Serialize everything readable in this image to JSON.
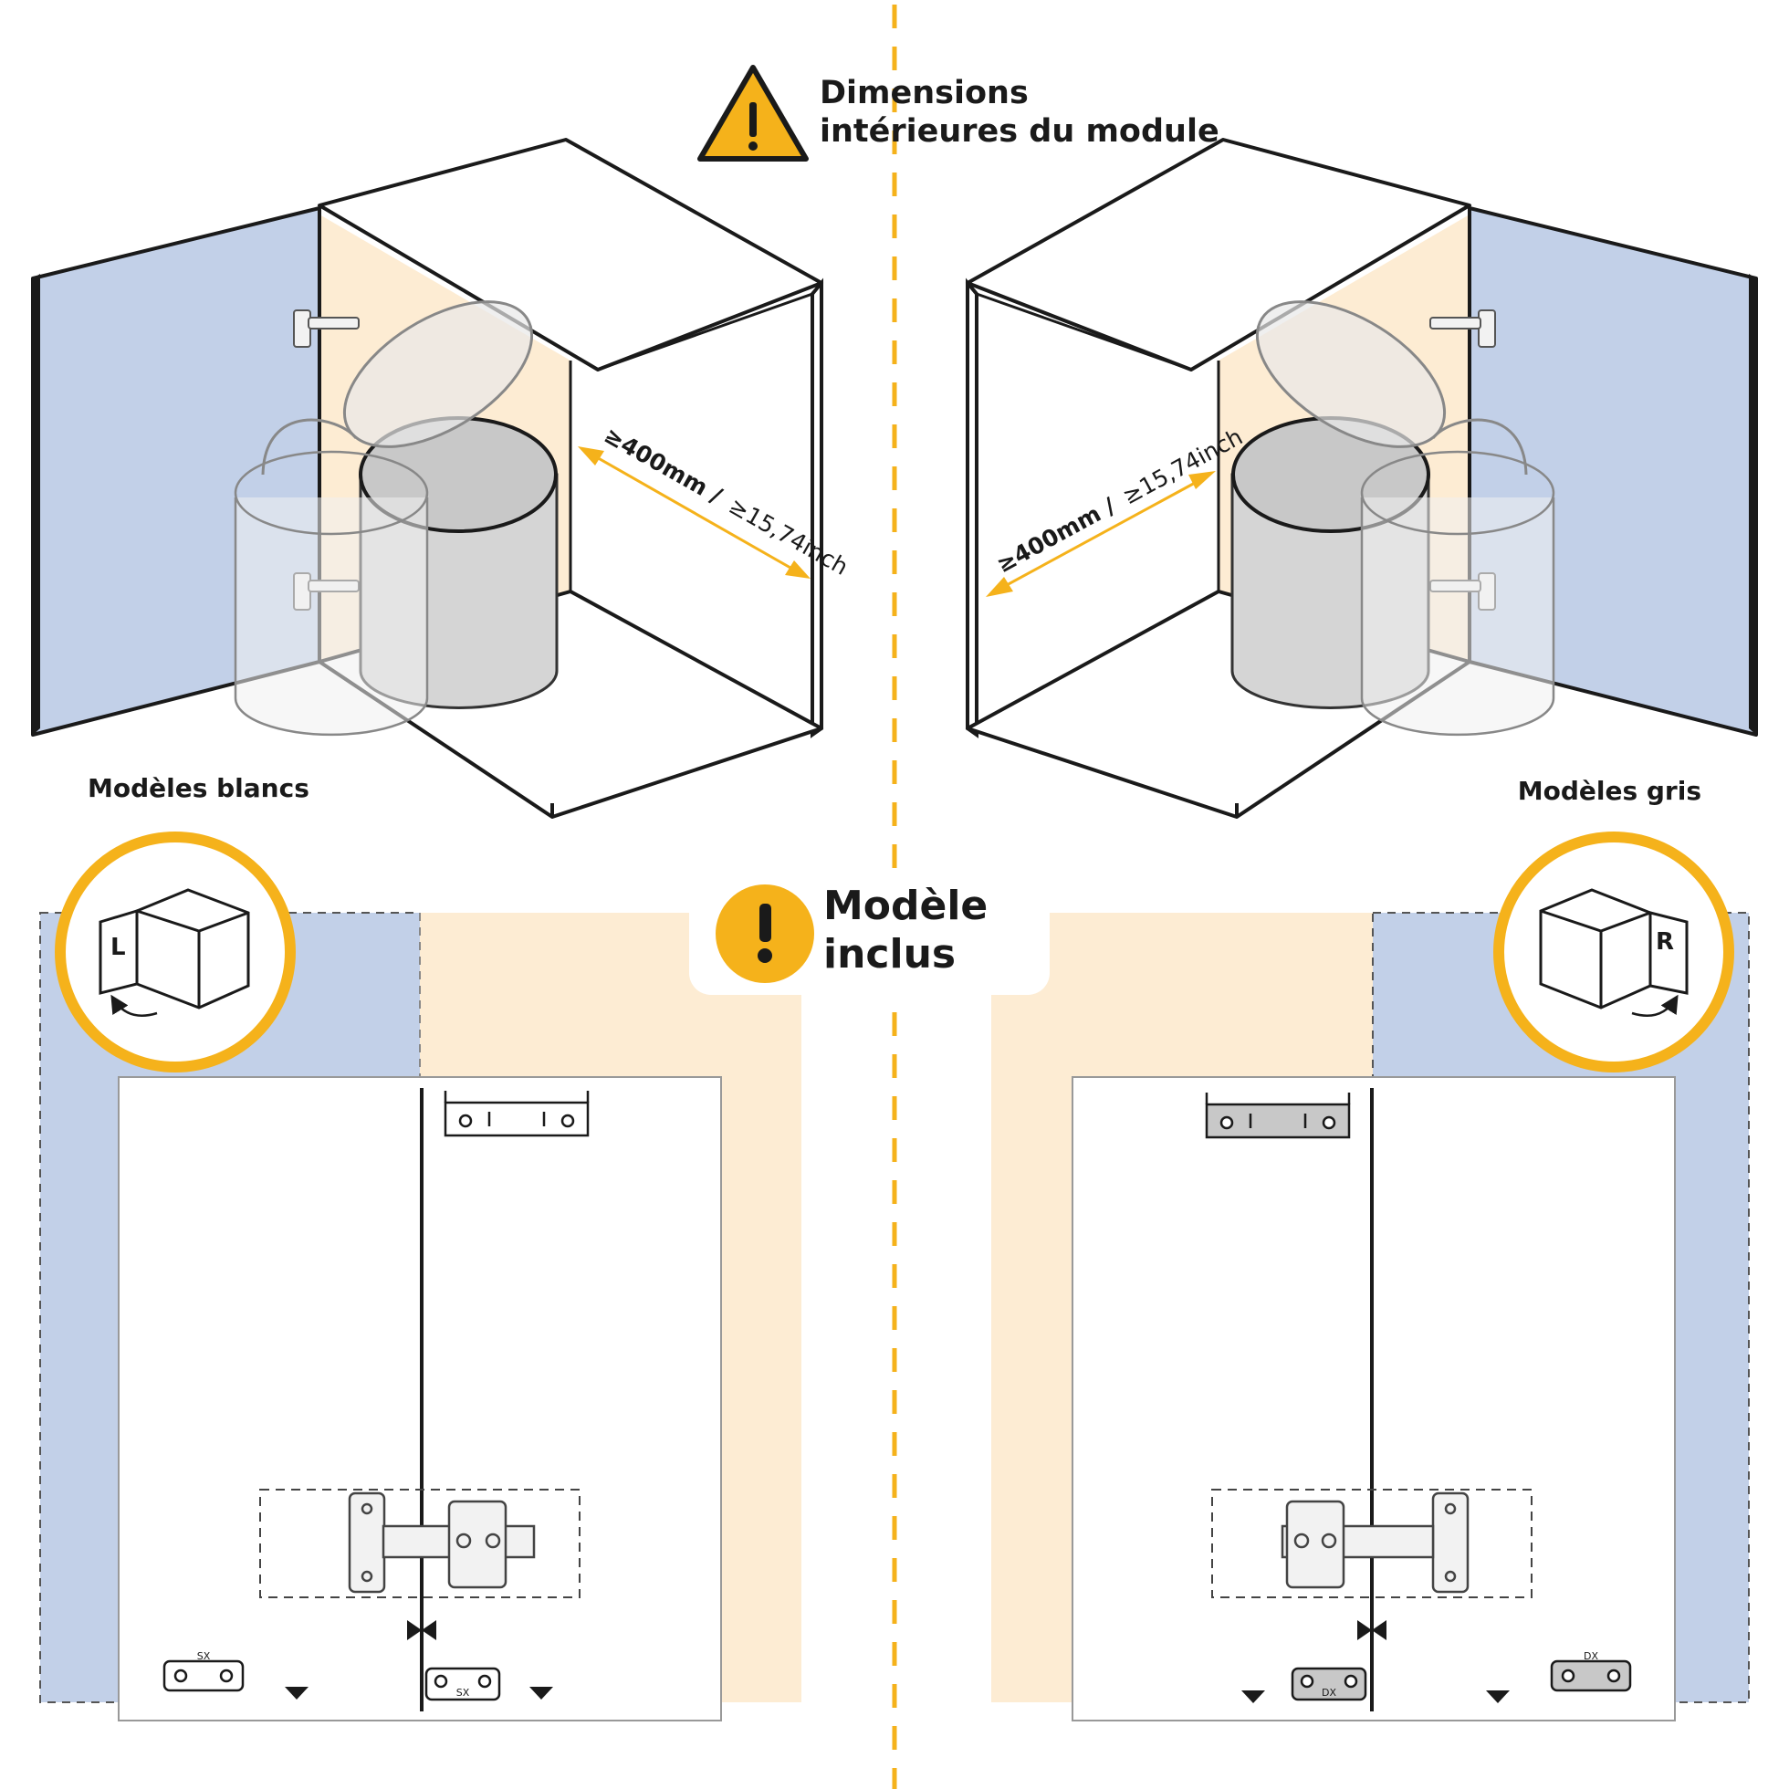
{
  "header": {
    "warning_line1": "Dimensions",
    "warning_line2": "intérieures du module"
  },
  "left": {
    "dimension_mm": "≥400mm /",
    "dimension_inch": "≥15,74inch",
    "model_label": "Modèles blancs",
    "corner_letter": "L",
    "plate_label": "SX"
  },
  "right": {
    "dimension_mm": "≥400mm /",
    "dimension_inch": "≥15,74inch",
    "model_label": "Modèles gris",
    "corner_letter": "R",
    "plate_label": "DX"
  },
  "notice": {
    "line1": "Modèle",
    "line2": "inclus"
  },
  "colors": {
    "accent": "#f5b21b",
    "door_blue": "#c2d0e8",
    "interior_beige": "#fdecd3",
    "line": "#1a1a1a",
    "grey_part": "#c8c8c8"
  }
}
